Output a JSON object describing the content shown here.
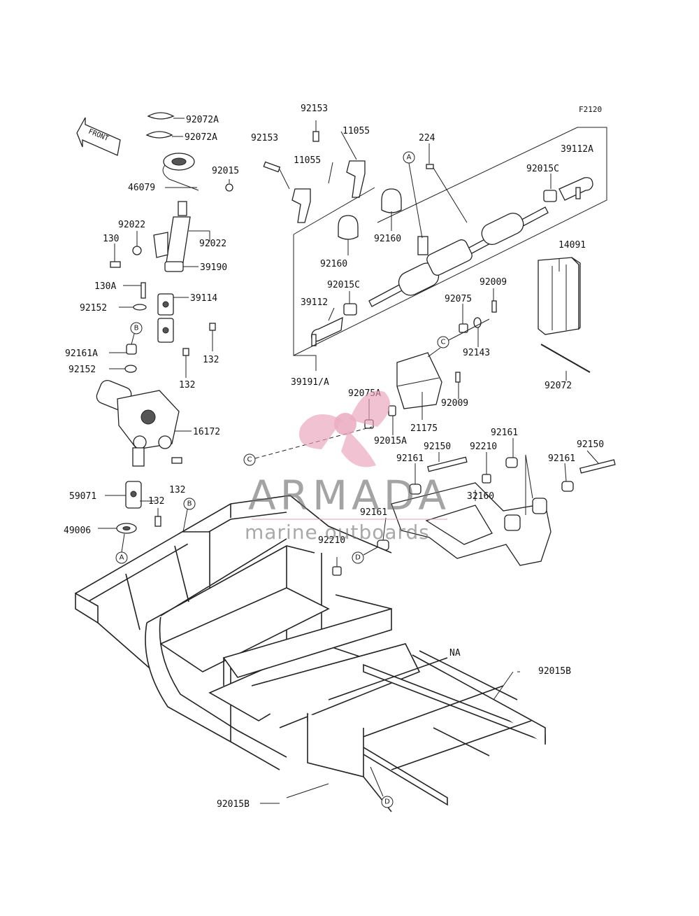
{
  "figure_code": "F2120",
  "front_label": "FRONT",
  "watermark": {
    "brand": "ARMADA",
    "tagline": "marine outboards",
    "accent": "#e8a0b8"
  },
  "ref_markers": [
    "A",
    "B",
    "C",
    "D"
  ],
  "part_labels": {
    "p92072A_1": "92072A",
    "p92072A_2": "92072A",
    "p46079": "46079",
    "p92015": "92015",
    "p92022_1": "92022",
    "p92022_2": "92022",
    "p130": "130",
    "p39190": "39190",
    "p130A": "130A",
    "p39114": "39114",
    "p92152_1": "92152",
    "p92161A": "92161A",
    "p92152_2": "92152",
    "p132_1": "132",
    "p132_2": "132",
    "p16172": "16172",
    "p59071": "59071",
    "p132_3": "132",
    "p132_4": "132",
    "p49006": "49006",
    "p92153_1": "92153",
    "p92153_2": "92153",
    "p11055_1": "11055",
    "p11055_2": "11055",
    "p224": "224",
    "p39112A": "39112A",
    "p92015C_1": "92015C",
    "p92160_1": "92160",
    "p92160_2": "92160",
    "p14091": "14091",
    "p92015C_2": "92015C",
    "p92009_1": "92009",
    "p39112": "39112",
    "p92075": "92075",
    "p92143": "92143",
    "p39191A": "39191/A",
    "p92072": "92072",
    "p92075A": "92075A",
    "p92009_2": "92009",
    "p21175": "21175",
    "p92015A": "92015A",
    "p92161_1": "92161",
    "p92150_1": "92150",
    "p92210_1": "92210",
    "p92150_2": "92150",
    "p92161_2": "92161",
    "p92161_3": "92161",
    "p92161_4": "92161",
    "p32160": "32160",
    "p92210_2": "92210",
    "pNA": "NA",
    "p92015B_1": "92015B",
    "p92015B_2": "92015B"
  }
}
